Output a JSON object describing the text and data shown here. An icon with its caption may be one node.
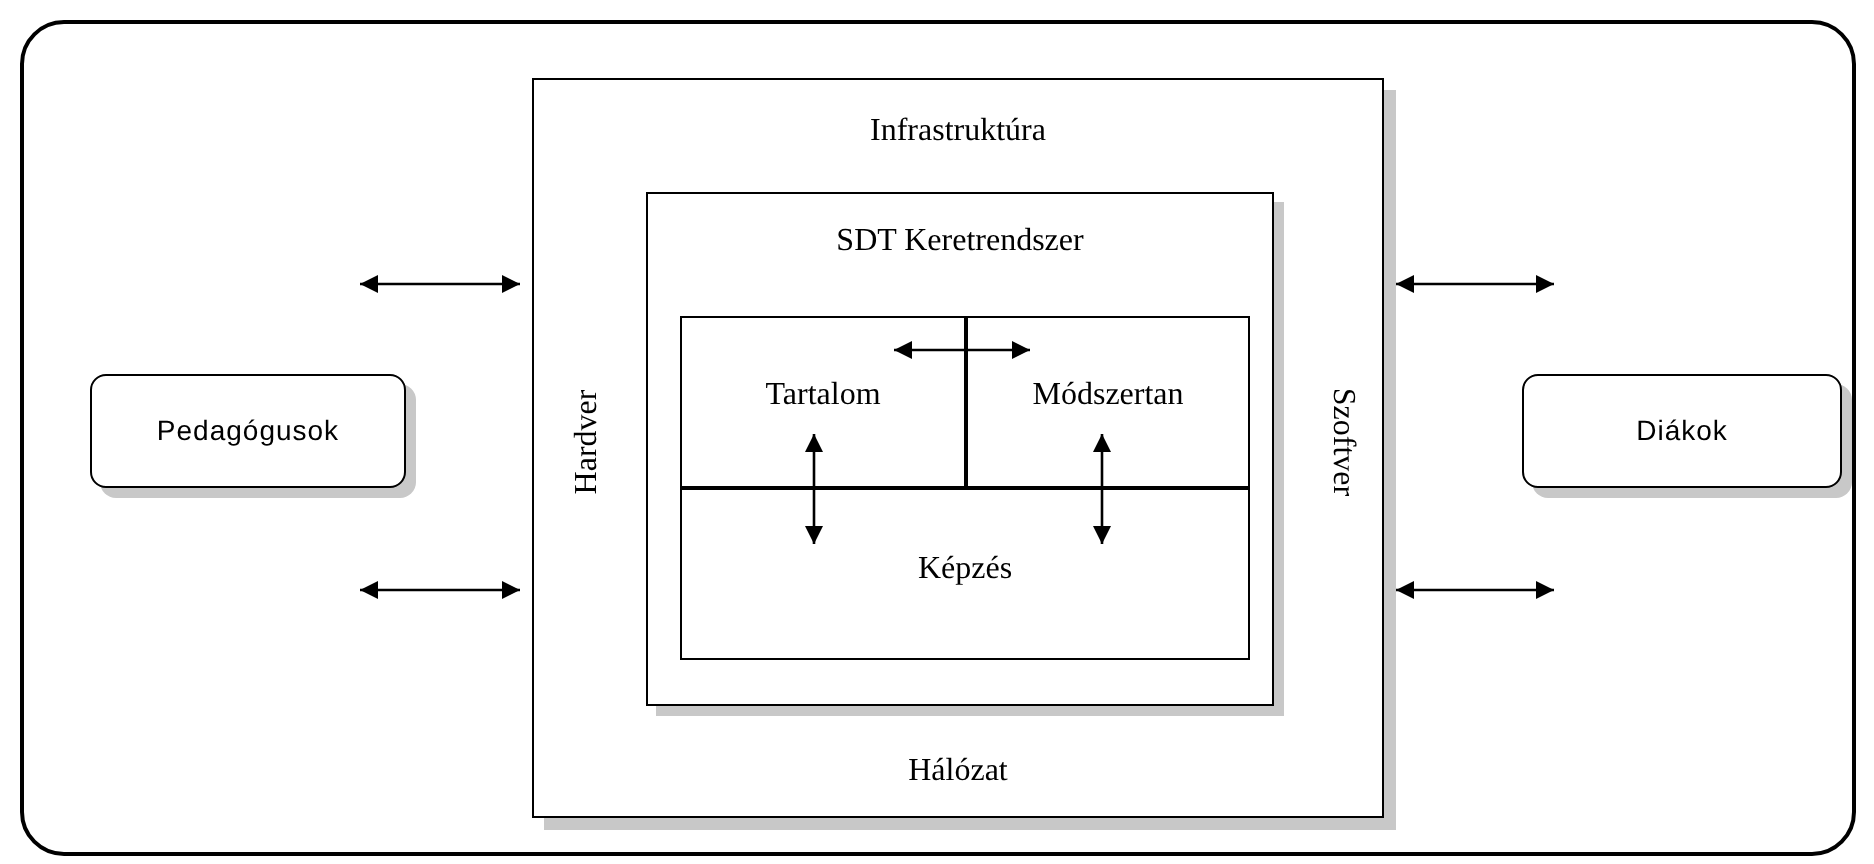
{
  "diagram": {
    "nodes": [
      {
        "text": [],
        "shape": "box"
      },
      {
        "text": [
          "Pedagógusok"
        ],
        "in": 0
      },
      {
        "text": [
          "Infrastruktúra",
          "Hardver",
          "Szoftver",
          "Hálózat"
        ],
        "in": 0
      },
      {
        "text": [
          "SDT Keretrendszer"
        ],
        "in": 2
      },
      {
        "text": [
          "Tartalom"
        ],
        "in": 3
      },
      {
        "text": [
          "Módszertan"
        ],
        "in": 3
      },
      {
        "text": [
          "Képzés"
        ],
        "in": 3
      },
      {
        "text": [
          "Diákok"
        ],
        "in": 0
      }
    ],
    "edges": [
      {
        "from": 1,
        "to": 2,
        "arrow": "both"
      },
      {
        "from": 1,
        "to": 2,
        "arrow": "both"
      },
      {
        "from": 2,
        "to": 7,
        "arrow": "both"
      },
      {
        "from": 2,
        "to": 7,
        "arrow": "both"
      },
      {
        "from": 4,
        "to": 5,
        "arrow": "both"
      },
      {
        "from": 4,
        "to": 6,
        "arrow": "both"
      },
      {
        "from": 5,
        "to": 6,
        "arrow": "both"
      }
    ]
  }
}
